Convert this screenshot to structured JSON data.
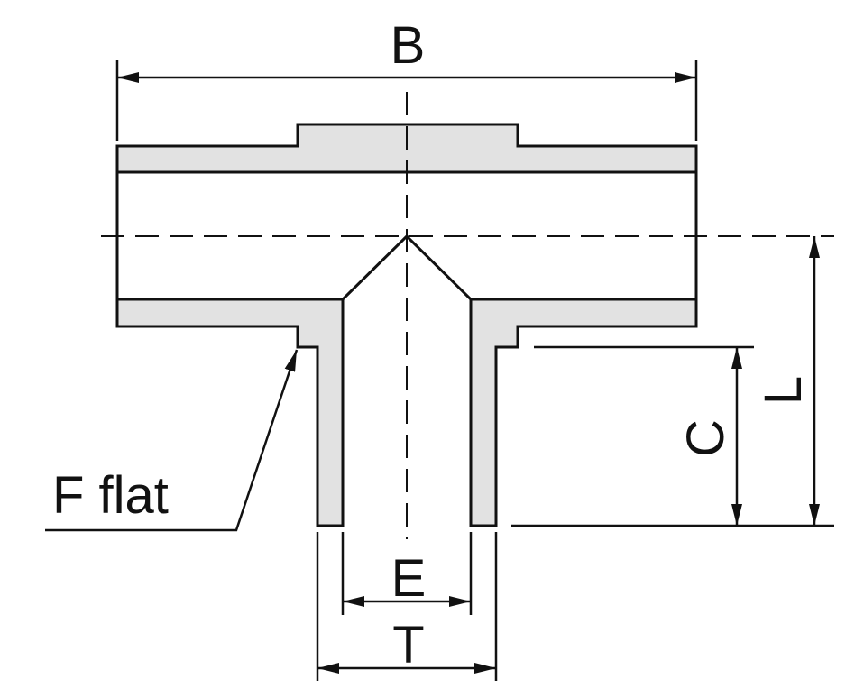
{
  "labels": {
    "B": "B",
    "L": "L",
    "C": "C",
    "E": "E",
    "T": "T",
    "F_flat": "F flat"
  },
  "colors": {
    "line": "#111111",
    "wall_fill": "#e2e2e2",
    "background": "#ffffff"
  }
}
